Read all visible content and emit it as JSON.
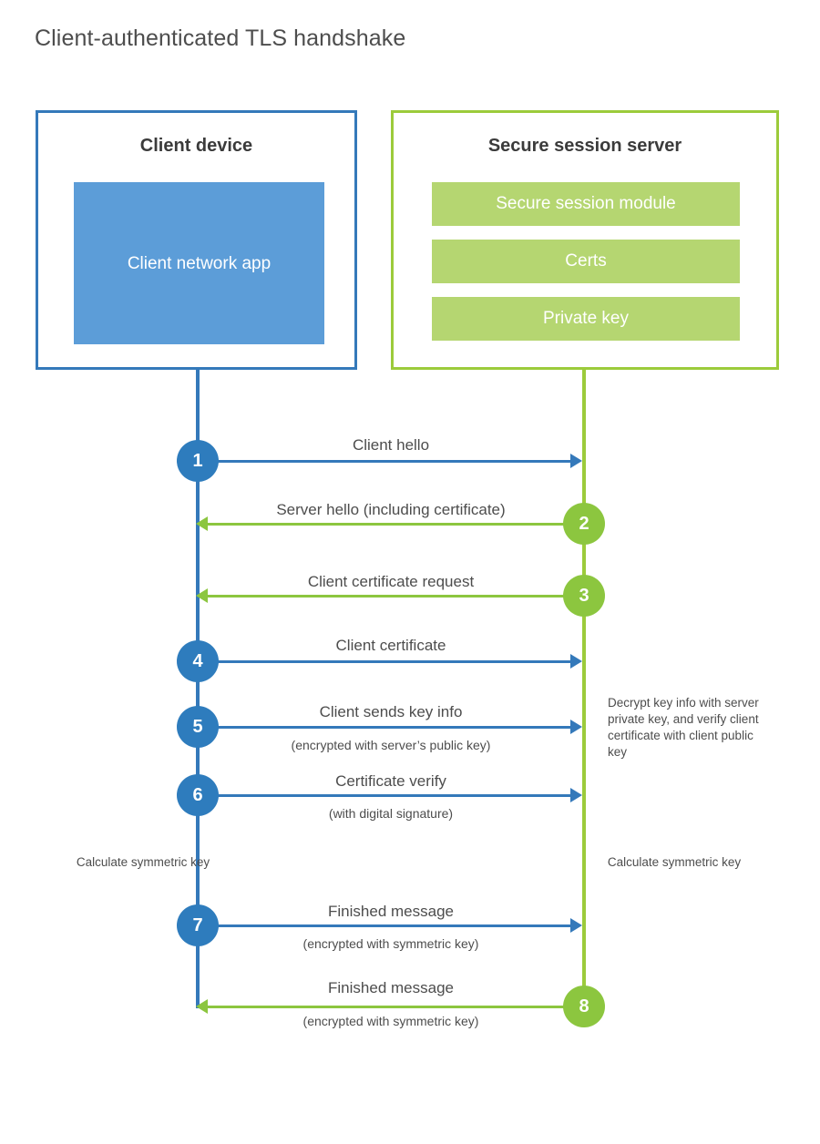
{
  "title": "Client-authenticated TLS handshake",
  "parties": {
    "client": {
      "title": "Client device",
      "app_label": "Client network app",
      "border_color": "#3479ba",
      "fill_color": "#5c9dd8"
    },
    "server": {
      "title": "Secure session server",
      "border_color": "#9ccb3b",
      "block_color": "#b5d671",
      "blocks": [
        {
          "label": "Secure session module"
        },
        {
          "label": "Certs"
        },
        {
          "label": "Private key"
        }
      ]
    }
  },
  "colors": {
    "blue_accent": "#3479ba",
    "blue_circle": "#2e7cbd",
    "blue_fill": "#5c9dd8",
    "green_accent": "#8cc63f",
    "green_border": "#9ccb3b",
    "green_fill": "#b5d671",
    "text": "#4d4d4d"
  },
  "steps": [
    {
      "number": "1",
      "label": "Client hello",
      "sublabel": "",
      "direction": "client-to-server",
      "color": "blue"
    },
    {
      "number": "2",
      "label": "Server hello (including certificate)",
      "sublabel": "",
      "direction": "server-to-client",
      "color": "green"
    },
    {
      "number": "3",
      "label": "Client certificate request",
      "sublabel": "",
      "direction": "server-to-client",
      "color": "green"
    },
    {
      "number": "4",
      "label": "Client certificate",
      "sublabel": "",
      "direction": "client-to-server",
      "color": "blue"
    },
    {
      "number": "5",
      "label": "Client sends key info",
      "sublabel": "(encrypted with server’s public key)",
      "direction": "client-to-server",
      "color": "blue"
    },
    {
      "number": "6",
      "label": "Certificate verify",
      "sublabel": "(with digital signature)",
      "direction": "client-to-server",
      "color": "blue"
    },
    {
      "number": "7",
      "label": "Finished message",
      "sublabel": "(encrypted with symmetric key)",
      "direction": "client-to-server",
      "color": "blue"
    },
    {
      "number": "8",
      "label": "Finished message",
      "sublabel": "(encrypted with symmetric key)",
      "direction": "server-to-client",
      "color": "green"
    }
  ],
  "annotations": {
    "server_decrypt": "Decrypt key info with server private key, and verify client certificate with client public key",
    "client_calculate": "Calculate symmetric key",
    "server_calculate": "Calculate symmetric key"
  }
}
